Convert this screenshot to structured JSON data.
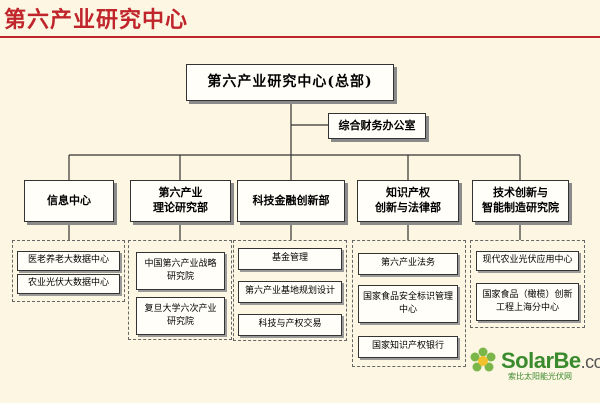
{
  "header": {
    "title": "第六产业研究中心"
  },
  "org": {
    "headquarters": "第六产业研究中心(总部)",
    "office": "综合财务办公室",
    "departments": [
      {
        "name": "信息中心",
        "units": [
          "医老养老大数据中心",
          "农业光伏大数据中心"
        ]
      },
      {
        "name": "第六产业\n理论研究部",
        "units": [
          "中国第六产业战略研究院",
          "复旦大学六次产业研究院"
        ]
      },
      {
        "name": "科技金融创新部",
        "units": [
          "基金管理",
          "第六产业基地规划设计",
          "科技与产权交易"
        ]
      },
      {
        "name": "知识产权\n创新与法律部",
        "units": [
          "第六产业法务",
          "国家食品安全标识管理中心",
          "国家知识产权银行"
        ]
      },
      {
        "name": "技术创新与\n智能制造研究院",
        "units": [
          "现代农业光伏应用中心",
          "国家食品（橄榄）创新工程上海分中心"
        ]
      }
    ]
  },
  "watermark": {
    "brand_main": "SolarBe",
    "brand_tail": ".com",
    "tagline": "索比太阳能光伏网"
  },
  "colors": {
    "title": "#c0252b",
    "background": "#fcf6e2",
    "logo": "#3a8a2e"
  }
}
